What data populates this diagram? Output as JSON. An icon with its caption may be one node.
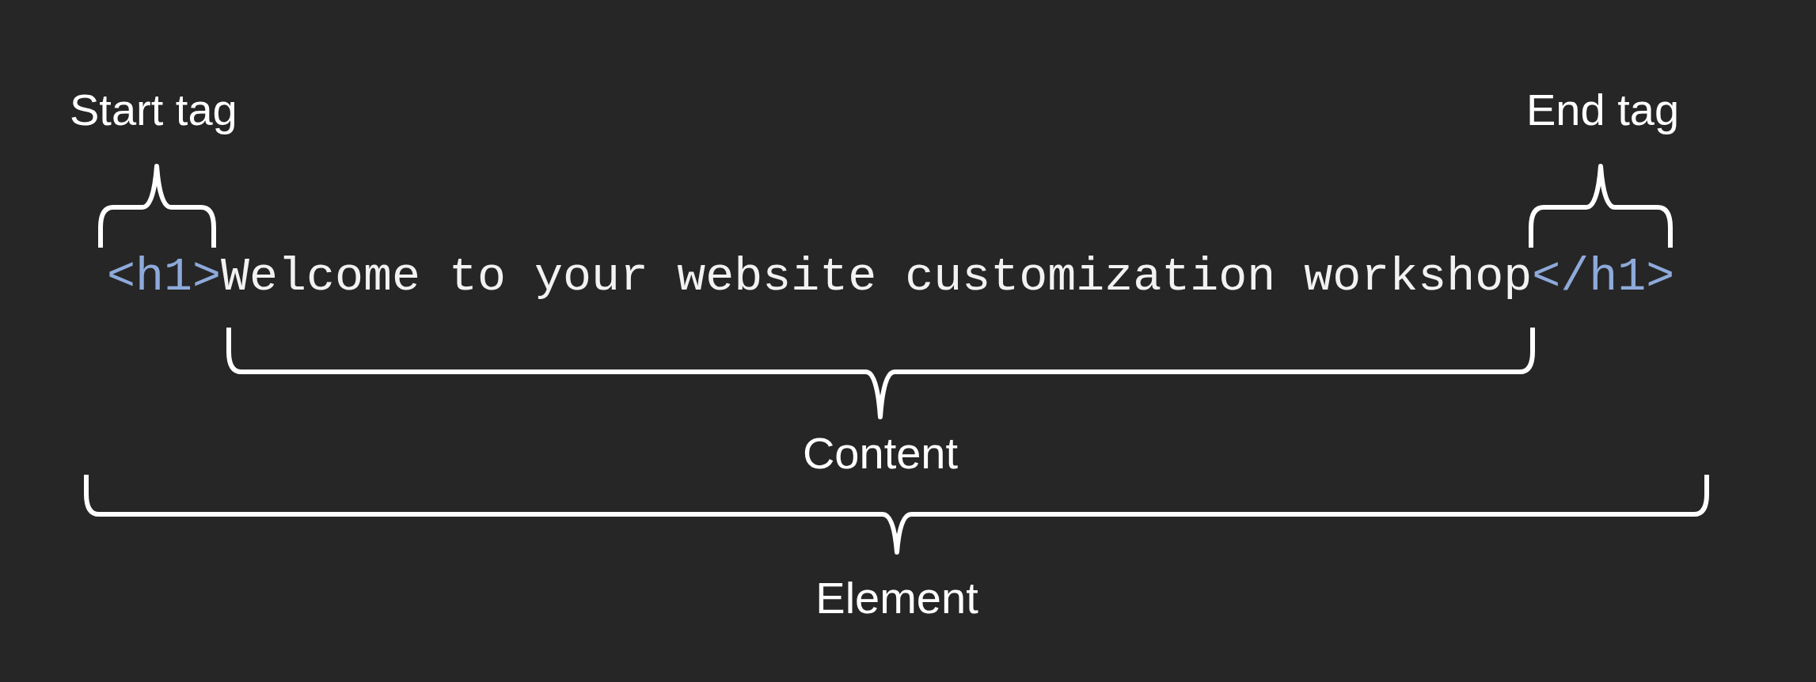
{
  "diagram": {
    "labels": [
      "Start tag",
      "End tag",
      "<h1>",
      "Welcome to your website customization workshop",
      "</h1>",
      "Content",
      "Element"
    ]
  }
}
